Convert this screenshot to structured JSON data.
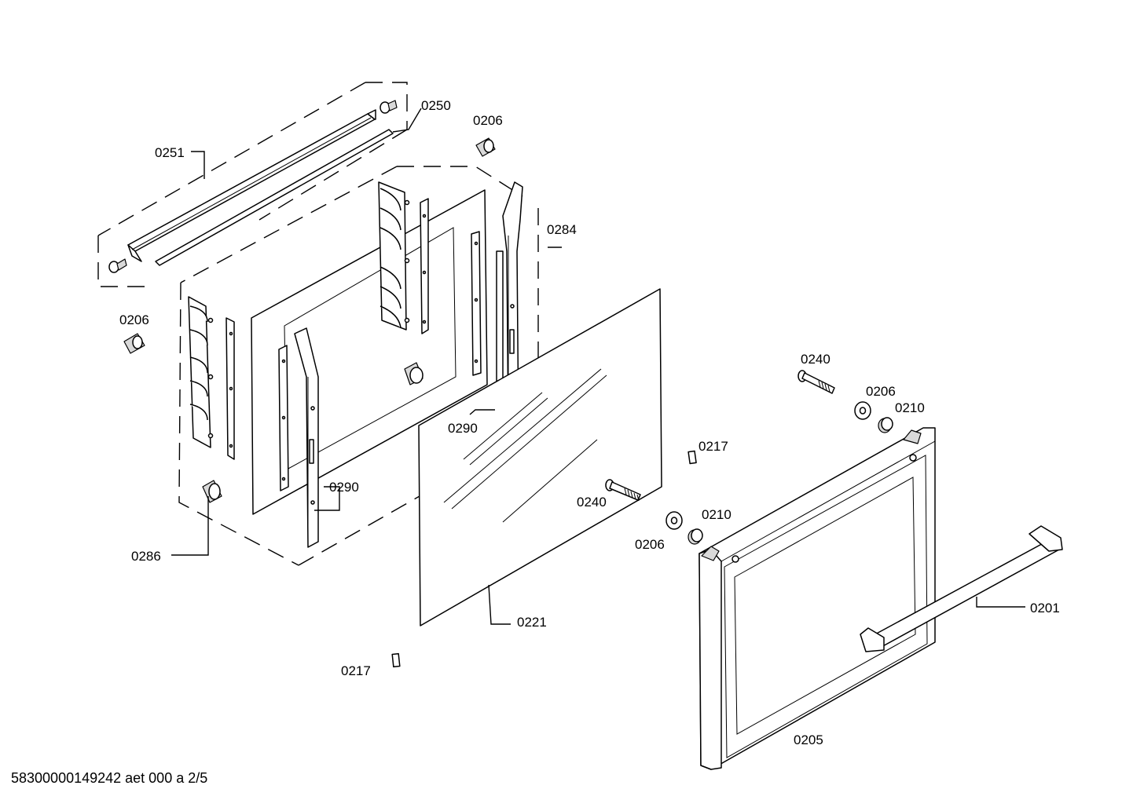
{
  "labels": {
    "p0250": "0250",
    "p0206_top": "0206",
    "p0251": "0251",
    "p0284": "0284",
    "p0206_left": "0206",
    "p0240_right": "0240",
    "p0206_right": "0206",
    "p0210_right": "0210",
    "p0290_mid": "0290",
    "p0217_mid": "0217",
    "p0290_left": "0290",
    "p0240_mid": "0240",
    "p0210_mid": "0210",
    "p0286": "0286",
    "p0206_mid": "0206",
    "p0201": "0201",
    "p0221": "0221",
    "p0217_bottom": "0217",
    "p0205": "0205"
  },
  "footer": {
    "document_id": "58300000149242 aet 000 a 2/5"
  }
}
